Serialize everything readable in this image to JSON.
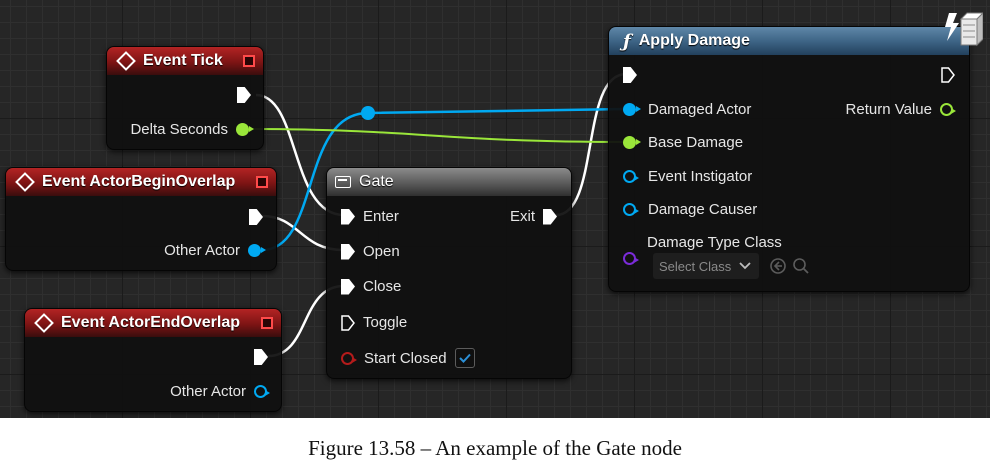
{
  "nodes": {
    "event_tick": {
      "title": "Event Tick",
      "delta_seconds": "Delta Seconds"
    },
    "begin_overlap": {
      "title": "Event ActorBeginOverlap",
      "other_actor": "Other Actor"
    },
    "end_overlap": {
      "title": "Event ActorEndOverlap",
      "other_actor": "Other Actor"
    },
    "gate": {
      "title": "Gate",
      "enter": "Enter",
      "open": "Open",
      "close": "Close",
      "toggle": "Toggle",
      "start_closed": "Start Closed",
      "start_closed_checked": true,
      "exit": "Exit"
    },
    "apply_damage": {
      "title": "Apply Damage",
      "damaged_actor": "Damaged Actor",
      "base_damage": "Base Damage",
      "event_instigator": "Event Instigator",
      "damage_causer": "Damage Causer",
      "damage_type_class": "Damage Type Class",
      "select_class": "Select Class",
      "return_value": "Return Value"
    }
  },
  "colors": {
    "exec": "#ffffff",
    "object": "#00a9f2",
    "float": "#9ae63a",
    "class": "#7a2bd8",
    "bool": "#b31b1b",
    "event_header": "#9c1c1c",
    "function_header": "#4a7092",
    "macro_header": "#6a6a6a"
  },
  "icons": [
    "event-diamond-icon",
    "close-square-icon",
    "gate-macro-icon",
    "function-f-icon",
    "chevron-down-icon",
    "use-selected-icon",
    "browse-icon",
    "checkmark-icon",
    "server-lightning-icon"
  ],
  "caption": "Figure 13.58 – An example of the Gate node"
}
